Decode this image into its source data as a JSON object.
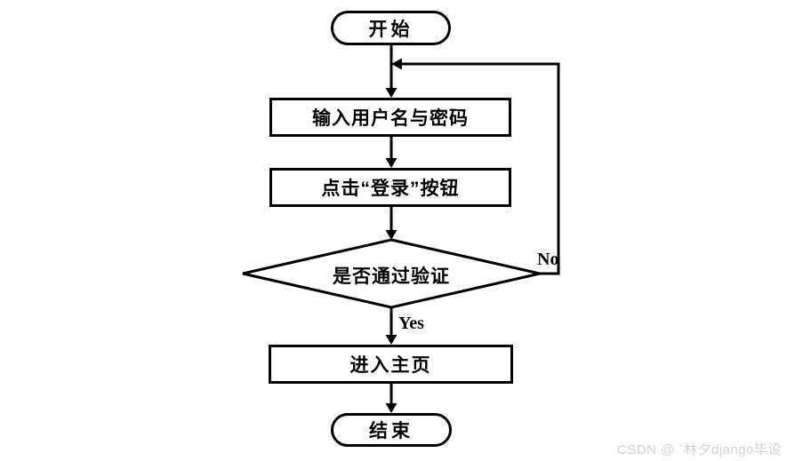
{
  "flowchart": {
    "nodes": {
      "start": {
        "label": "开始",
        "type": "terminator"
      },
      "input_credentials": {
        "label": "输入用户名与密码",
        "type": "process"
      },
      "click_login": {
        "label": "点击“登录”按钮",
        "type": "process"
      },
      "verify": {
        "label": "是否通过验证",
        "type": "decision"
      },
      "enter_home": {
        "label": "进入主页",
        "type": "process"
      },
      "end": {
        "label": "结束",
        "type": "terminator"
      }
    },
    "edge_labels": {
      "yes": "Yes",
      "no": "No"
    },
    "line_color": "#000000",
    "shape_fill": "#ffffff"
  },
  "watermark": {
    "text": "CSDN @ ´林夕django毕设",
    "color": "#d3d3d8"
  }
}
